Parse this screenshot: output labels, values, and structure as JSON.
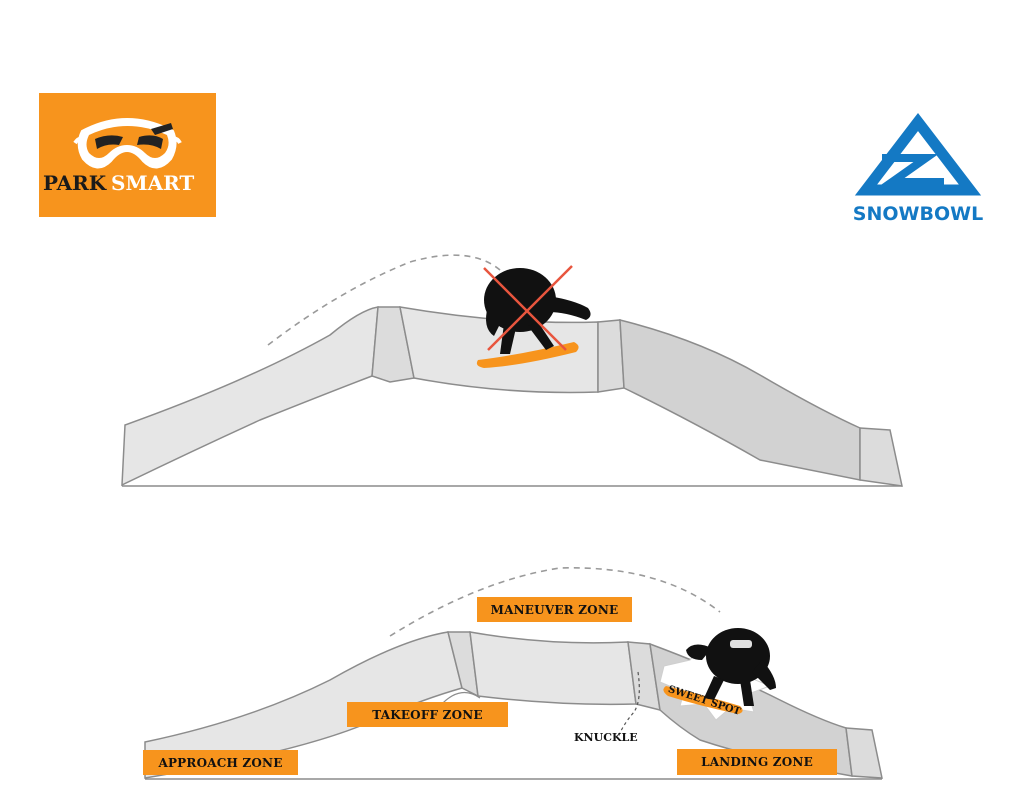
{
  "logos": {
    "park_smart": {
      "word1": "PARK",
      "word2": "SMART"
    },
    "snowbowl": {
      "name": "SNOWBOWL"
    }
  },
  "colors": {
    "orange": "#f7941d",
    "blue": "#1479c4",
    "ramp_fill": "#e6e6e6",
    "ramp_shade": "#d2d2d2",
    "ramp_stroke": "#8c8c8c",
    "rider": "#111111"
  },
  "diagram": {
    "top_scene": {
      "marker": "red-x-icon",
      "rider": "snowboarder-icon"
    },
    "bottom_scene": {
      "labels": {
        "maneuver": "MANEUVER ZONE",
        "takeoff": "TAKEOFF ZONE",
        "approach": "APPROACH ZONE",
        "landing": "LANDING ZONE",
        "knuckle": "KNUCKLE",
        "sweet_spot": "SWEET SPOT"
      }
    }
  }
}
